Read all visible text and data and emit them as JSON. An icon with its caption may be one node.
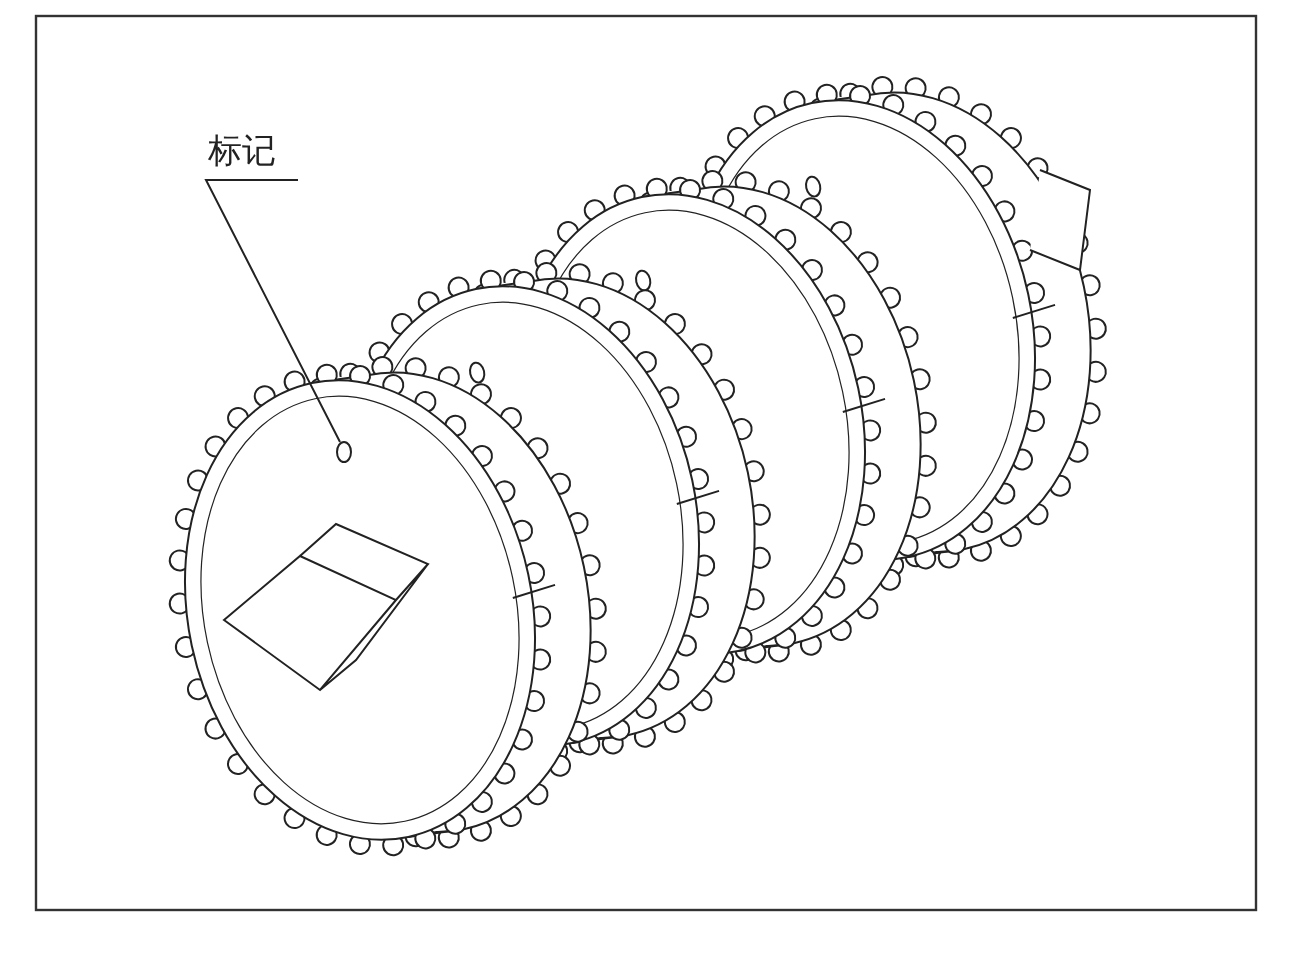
{
  "diagram": {
    "nodes": [
      {
        "text": [
          "标记"
        ]
      },
      {
        "text": [],
        "shape": "circle"
      }
    ],
    "edges": [
      {
        "from": 0,
        "to": 1,
        "arrow": "none"
      }
    ]
  }
}
